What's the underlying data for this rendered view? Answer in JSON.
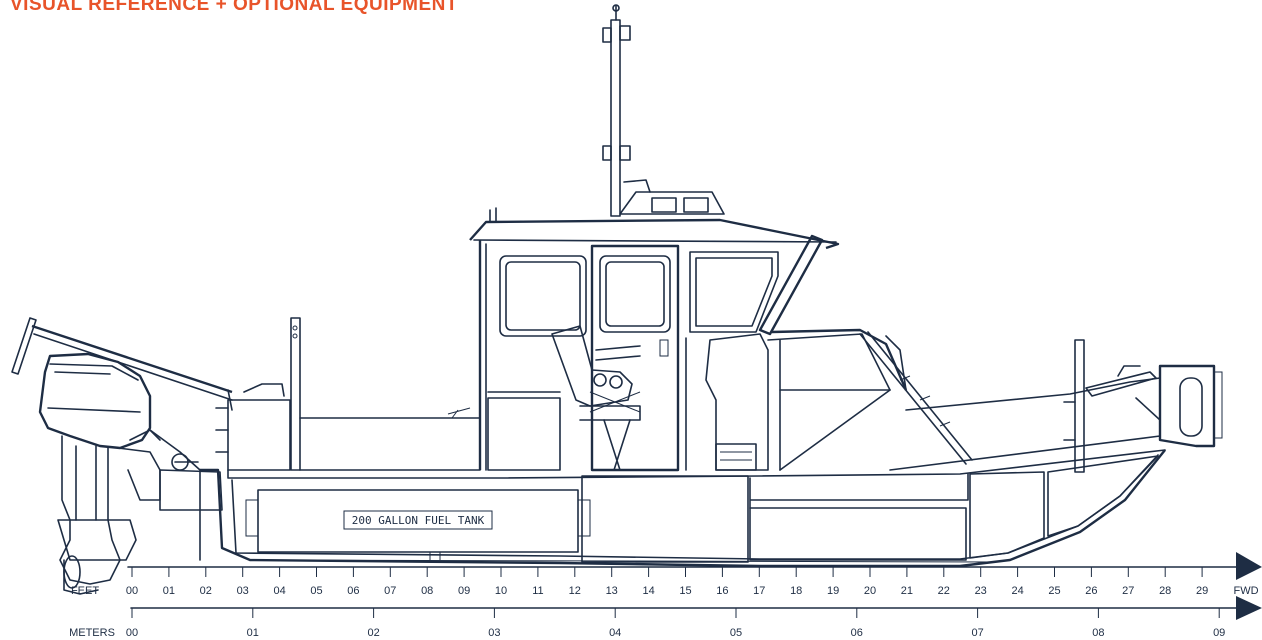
{
  "page": {
    "title": "VISUAL REFERENCE + OPTIONAL EQUIPMENT"
  },
  "labels": {
    "fuel_tank": "200 GALLON FUEL TANK"
  },
  "scales": {
    "feet": {
      "unit_label": "FEET",
      "end_label": "FWD",
      "ticks": [
        "00",
        "01",
        "02",
        "03",
        "04",
        "05",
        "06",
        "07",
        "08",
        "09",
        "10",
        "11",
        "12",
        "13",
        "14",
        "15",
        "16",
        "17",
        "18",
        "19",
        "20",
        "21",
        "22",
        "23",
        "24",
        "25",
        "26",
        "27",
        "28",
        "29"
      ]
    },
    "meters": {
      "unit_label": "METERS",
      "ticks": [
        "00",
        "01",
        "02",
        "03",
        "04",
        "05",
        "06",
        "07",
        "08",
        "09"
      ]
    }
  },
  "colors": {
    "line": "#1e2d44",
    "title": "#e8542a"
  }
}
